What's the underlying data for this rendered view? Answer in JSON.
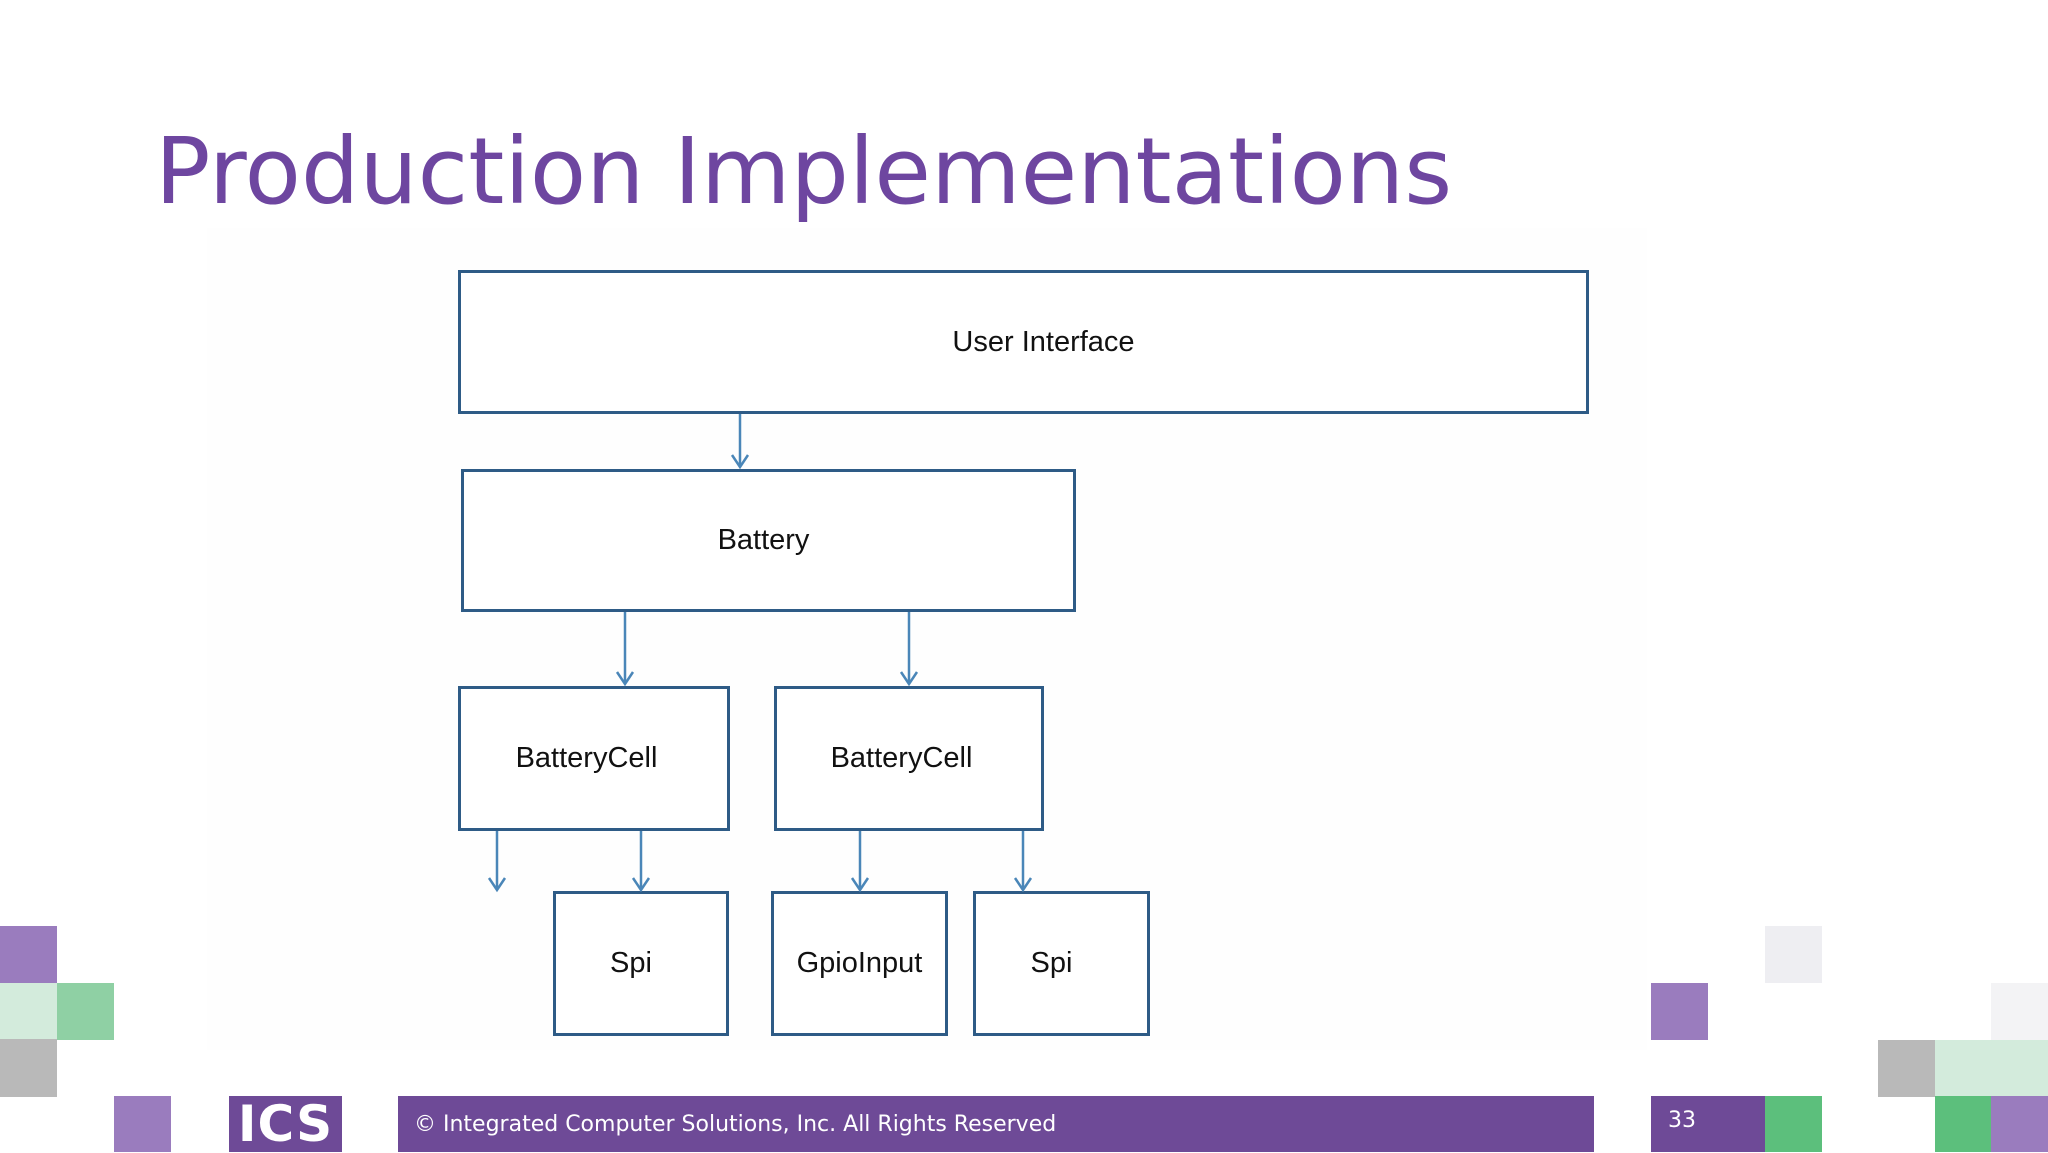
{
  "slide": {
    "title": "Production Implementations",
    "footer_text": "© Integrated Computer Solutions, Inc. All Rights Reserved",
    "page_number": "33",
    "logo_text": "ICS"
  },
  "diagram": {
    "nodes": {
      "user_interface": "User Interface",
      "battery": "Battery",
      "battery_cell_1": "BatteryCell",
      "battery_cell_2": "BatteryCell",
      "spi_1": "Spi",
      "gpio_input": "GpioInput",
      "spi_2": "Spi"
    },
    "edges": [
      [
        "user_interface",
        "battery"
      ],
      [
        "battery",
        "battery_cell_1"
      ],
      [
        "battery",
        "battery_cell_2"
      ],
      [
        "battery_cell_1",
        "spi_1"
      ],
      [
        "battery_cell_2",
        "gpio_input"
      ],
      [
        "battery_cell_2",
        "spi_2"
      ]
    ]
  },
  "colors": {
    "accent_purple": "#6e46a0",
    "box_border": "#2e5b86",
    "arrow": "#4a86b8",
    "light_green": "#d3ebdc",
    "mid_green": "#8fd0a4",
    "green": "#5cbf7c",
    "light_purple": "#9a7cbe",
    "gray": "#b9b9b9"
  }
}
